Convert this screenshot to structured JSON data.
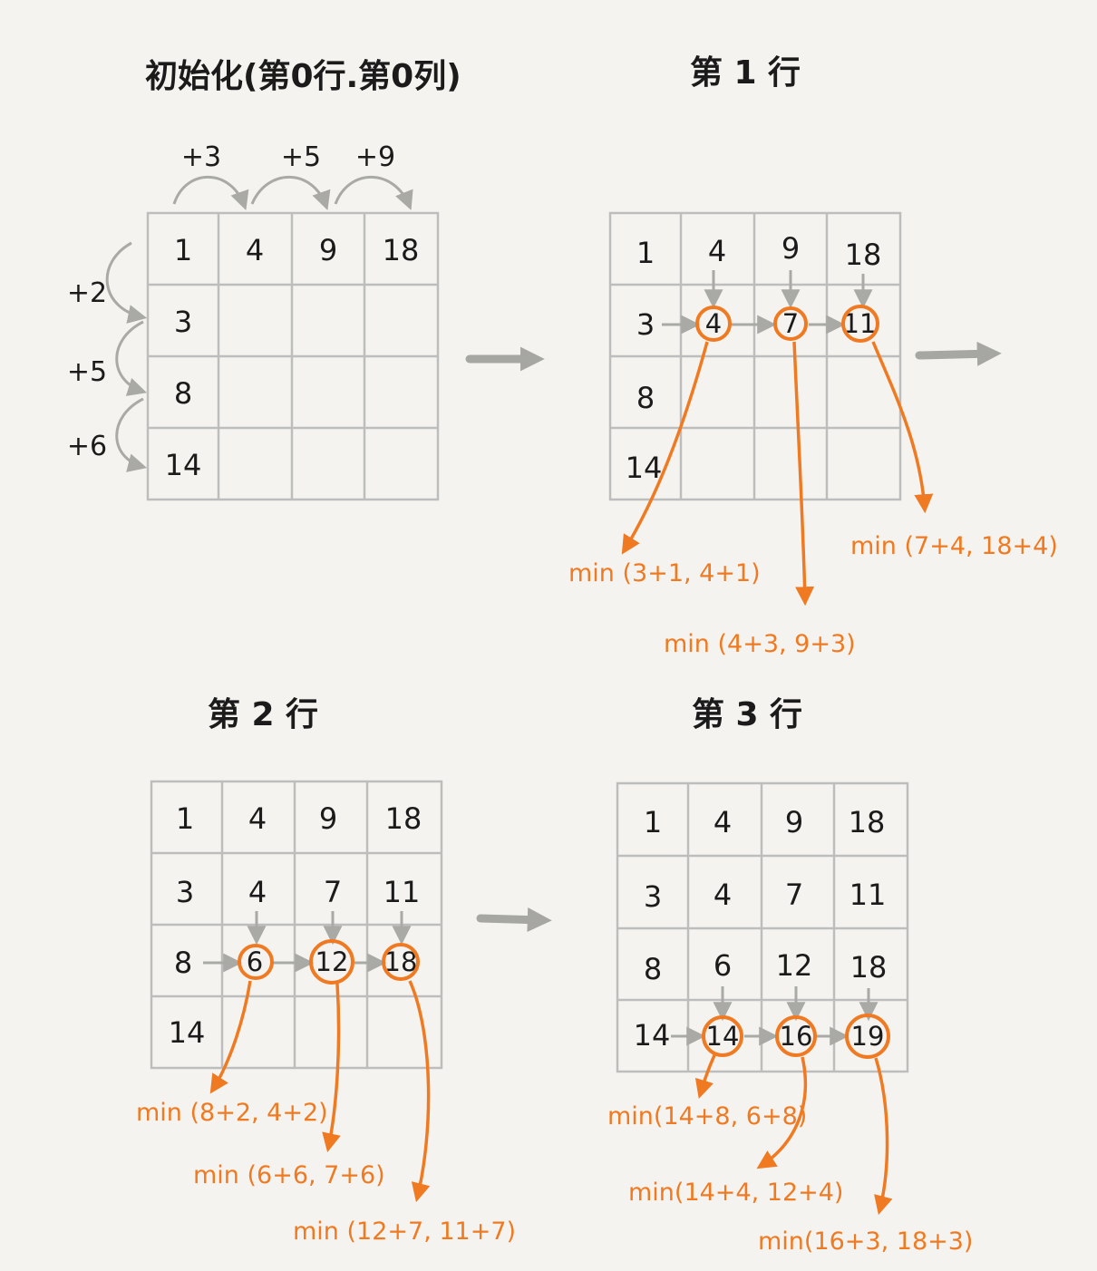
{
  "colors": {
    "background": "#f4f3ef",
    "ink": "#1b1b1b",
    "grid": "#bdbdbd",
    "highlight": "#f07a22",
    "connector": "#a9a9a6"
  },
  "panels": {
    "init": {
      "title": "初始化(第0行.第0列)",
      "cells": [
        [
          "1",
          "4",
          "9",
          "18"
        ],
        [
          "3",
          "",
          "",
          ""
        ],
        [
          "8",
          "",
          "",
          ""
        ],
        [
          "14",
          "",
          "",
          ""
        ]
      ],
      "col_increments": [
        "+3",
        "+5",
        "+9"
      ],
      "row_increments": [
        "+2",
        "+5",
        "+6"
      ]
    },
    "row1": {
      "title": "第 1 行",
      "cells": [
        [
          "1",
          "4",
          "9",
          "18"
        ],
        [
          "3",
          "4",
          "7",
          "11"
        ],
        [
          "8",
          "",
          "",
          ""
        ],
        [
          "14",
          "",
          "",
          ""
        ]
      ],
      "formulas": [
        "min (3+1, 4+1)",
        "min (4+3, 9+3)",
        "min (7+4, 18+4)"
      ]
    },
    "row2": {
      "title": "第 2 行",
      "cells": [
        [
          "1",
          "4",
          "9",
          "18"
        ],
        [
          "3",
          "4",
          "7",
          "11"
        ],
        [
          "8",
          "6",
          "12",
          "18"
        ],
        [
          "14",
          "",
          "",
          ""
        ]
      ],
      "formulas": [
        "min (8+2, 4+2)",
        "min (6+6, 7+6)",
        "min (12+7, 11+7)"
      ]
    },
    "row3": {
      "title": "第 3 行",
      "cells": [
        [
          "1",
          "4",
          "9",
          "18"
        ],
        [
          "3",
          "4",
          "7",
          "11"
        ],
        [
          "8",
          "6",
          "12",
          "18"
        ],
        [
          "14",
          "14",
          "16",
          "19"
        ]
      ],
      "formulas": [
        "min(14+8, 6+8)",
        "min(14+4, 12+4)",
        "min(16+3, 18+3)"
      ]
    }
  }
}
